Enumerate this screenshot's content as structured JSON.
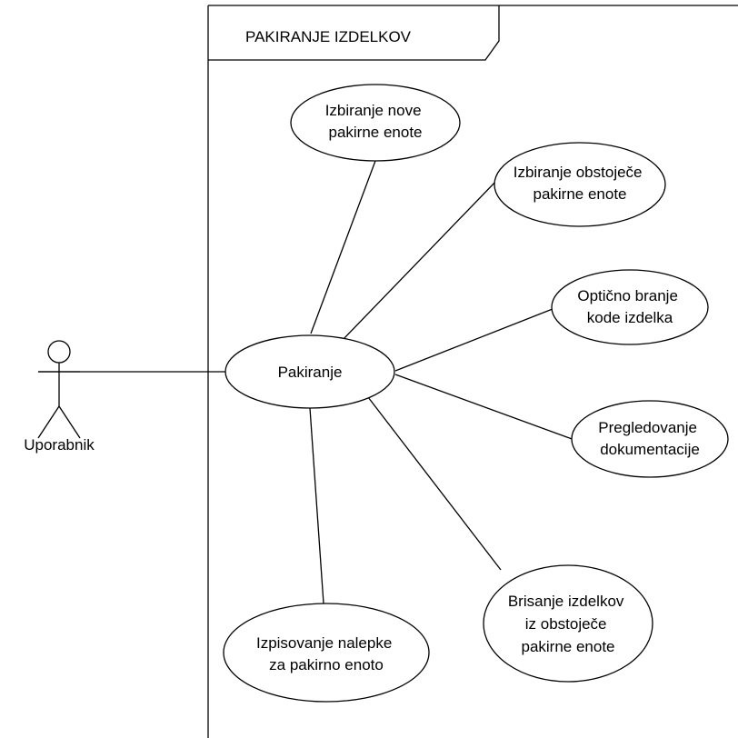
{
  "frame": {
    "title": "PAKIRANJE IZDELKOV"
  },
  "actor": {
    "name": "Uporabnik"
  },
  "use_cases": {
    "main": "Pakiranje",
    "new_unit": [
      "Izbiranje nove",
      "pakirne enote"
    ],
    "existing_unit": [
      "Izbiranje obstoječe",
      "pakirne enote"
    ],
    "scan": [
      "Optično branje",
      "kode izdelka"
    ],
    "docs": [
      "Pregledovanje",
      "dokumentacije"
    ],
    "delete": [
      "Brisanje izdelkov",
      "iz obstoječe",
      "pakirne enote"
    ],
    "label": [
      "Izpisovanje nalepke",
      "za pakirno enoto"
    ]
  },
  "colors": {
    "stroke": "#000000",
    "fill": "#ffffff"
  }
}
